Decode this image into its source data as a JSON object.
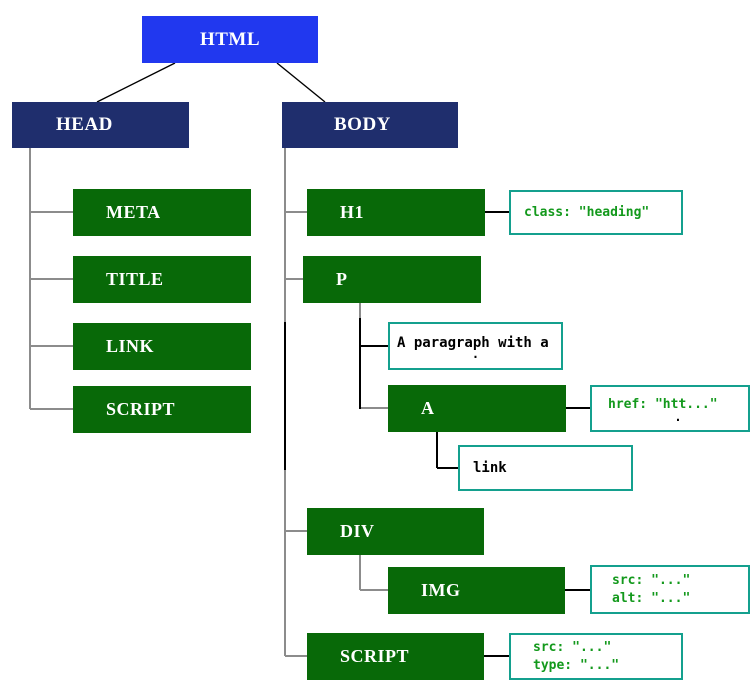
{
  "nodes": {
    "html": {
      "label": "HTML"
    },
    "head": {
      "label": "HEAD"
    },
    "body": {
      "label": "BODY"
    },
    "meta": {
      "label": "META"
    },
    "title": {
      "label": "TITLE"
    },
    "link": {
      "label": "LINK"
    },
    "script_head": {
      "label": "SCRIPT"
    },
    "h1": {
      "label": "H1"
    },
    "p": {
      "label": "P"
    },
    "a": {
      "label": "A"
    },
    "div": {
      "label": "DIV"
    },
    "img": {
      "label": "IMG"
    },
    "script_body": {
      "label": "SCRIPT"
    }
  },
  "text_nodes": {
    "paragraph": {
      "line1": "A paragraph with a",
      "line2": "."
    },
    "link_text": {
      "line1": "link"
    }
  },
  "annotations": {
    "h1_attrs": {
      "line1": "class: \"heading\""
    },
    "a_attrs": {
      "line1": "href: \"htt...\"",
      "line2": "."
    },
    "img_attrs": {
      "line1": "src: \"...\"",
      "line2": "alt: \"...\""
    },
    "script_attrs": {
      "line1": "src: \"...\"",
      "line2": "type: \"...\""
    }
  },
  "colors": {
    "root_node_fill": "#2138ef",
    "container_node_fill": "#1f2e6d",
    "element_node_fill": "#086908",
    "node_label_text": "#ffffff",
    "annotation_border": "#14a08e",
    "annotation_text": "#13991c",
    "text_node_text": "#000000",
    "connector_gray": "#8c8c8c",
    "connector_black": "#000000"
  }
}
